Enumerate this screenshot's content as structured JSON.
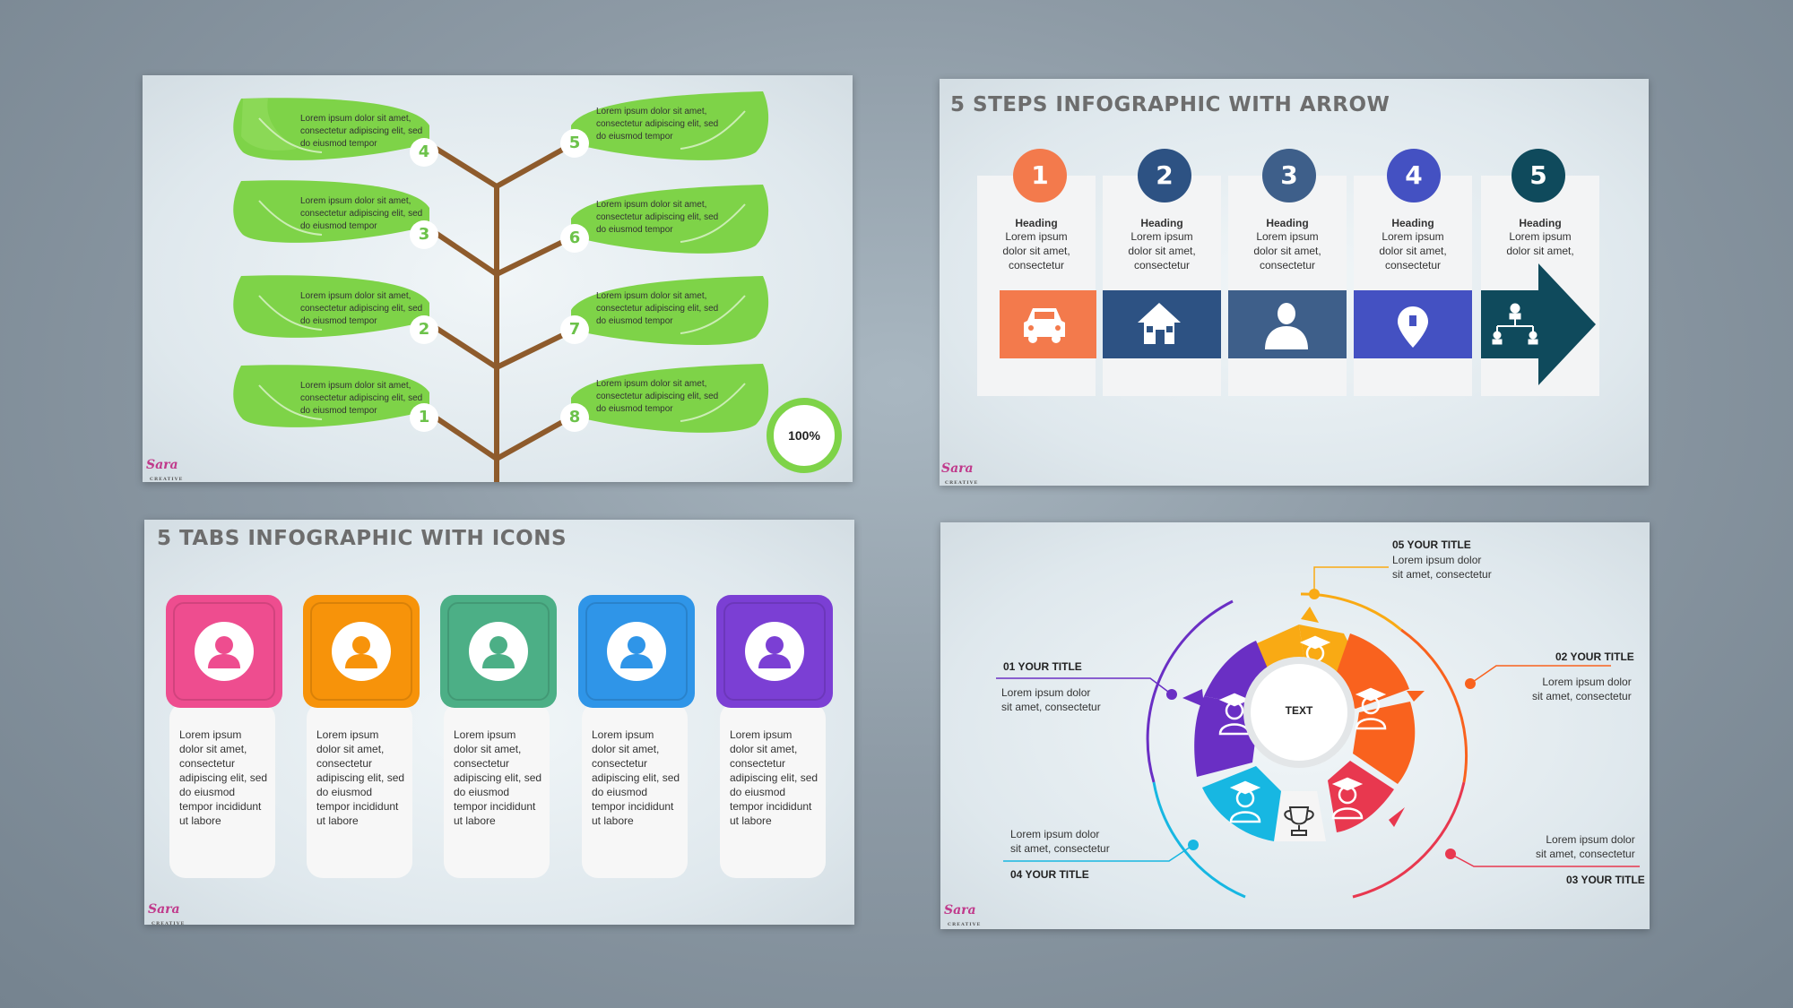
{
  "slide1": {
    "leaves": [
      {
        "num": "1",
        "text": "Lorem ipsum dolor sit amet, consectetur adipiscing elit, sed do eiusmod tempor"
      },
      {
        "num": "2",
        "text": "Lorem ipsum dolor sit amet, consectetur adipiscing elit, sed do eiusmod tempor"
      },
      {
        "num": "3",
        "text": "Lorem ipsum dolor sit amet, consectetur adipiscing elit, sed do eiusmod tempor"
      },
      {
        "num": "4",
        "text": "Lorem ipsum dolor sit amet, consectetur adipiscing elit, sed do eiusmod tempor"
      },
      {
        "num": "5",
        "text": "Lorem ipsum dolor sit amet, consectetur adipiscing elit, sed do eiusmod tempor"
      },
      {
        "num": "6",
        "text": "Lorem ipsum dolor sit amet, consectetur adipiscing elit, sed do eiusmod tempor"
      },
      {
        "num": "7",
        "text": "Lorem ipsum dolor sit amet, consectetur adipiscing elit, sed do eiusmod tempor"
      },
      {
        "num": "8",
        "text": "Lorem ipsum dolor sit amet, consectetur adipiscing elit, sed do eiusmod tempor"
      }
    ],
    "progress_label": "100%",
    "progress_value": 1.0
  },
  "slide2": {
    "title": "5 STEPS INFOGRAPHIC WITH ARROW",
    "steps": [
      {
        "num": "1",
        "heading": "Heading",
        "line1": "Lorem ipsum",
        "line2": "dolor sit amet,",
        "line3": "consectetur",
        "color": "#f37a4c",
        "icon": "car-icon"
      },
      {
        "num": "2",
        "heading": "Heading",
        "line1": "Lorem ipsum",
        "line2": "dolor sit amet,",
        "line3": "consectetur",
        "color": "#2d5283",
        "icon": "house-icon"
      },
      {
        "num": "3",
        "heading": "Heading",
        "line1": "Lorem ipsum",
        "line2": "dolor sit amet,",
        "line3": "consectetur",
        "color": "#3e5f8a",
        "icon": "person-icon"
      },
      {
        "num": "4",
        "heading": "Heading",
        "line1": "Lorem ipsum",
        "line2": "dolor sit amet,",
        "line3": "consectetur",
        "color": "#4451c2",
        "icon": "location-pin-icon"
      },
      {
        "num": "5",
        "heading": "Heading",
        "line1": "Lorem ipsum",
        "line2": "dolor sit amet,",
        "line3": "",
        "color": "#0f4a5c",
        "icon": "org-chart-icon"
      }
    ]
  },
  "slide3": {
    "title": "5 TABS INFOGRAPHIC WITH ICONS",
    "tabs": [
      {
        "color": "#ee4d8f",
        "l1": "Lorem ipsum",
        "l2": "dolor sit amet,",
        "l3": "consectetur",
        "l4": "adipiscing elit, sed",
        "l5": "do eiusmod",
        "l6": "tempor incididunt",
        "l7": "ut labore"
      },
      {
        "color": "#f7930a",
        "l1": "Lorem ipsum",
        "l2": "dolor sit amet,",
        "l3": "consectetur",
        "l4": "adipiscing elit, sed",
        "l5": "do eiusmod",
        "l6": "tempor incididunt",
        "l7": "ut labore"
      },
      {
        "color": "#4caf86",
        "l1": "Lorem ipsum",
        "l2": "dolor sit amet,",
        "l3": "consectetur",
        "l4": "adipiscing elit, sed",
        "l5": "do eiusmod",
        "l6": "tempor incididunt",
        "l7": "ut labore"
      },
      {
        "color": "#2f95e8",
        "l1": "Lorem ipsum",
        "l2": "dolor sit amet,",
        "l3": "consectetur",
        "l4": "adipiscing elit, sed",
        "l5": "do eiusmod",
        "l6": "tempor incididunt",
        "l7": "ut labore"
      },
      {
        "color": "#7b3fd4",
        "l1": "Lorem ipsum",
        "l2": "dolor sit amet,",
        "l3": "consectetur",
        "l4": "adipiscing elit, sed",
        "l5": "do eiusmod",
        "l6": "tempor incididunt",
        "l7": "ut labore"
      }
    ]
  },
  "slide4": {
    "center_text": "TEXT",
    "items": [
      {
        "title": "01 YOUR TITLE",
        "l1": "Lorem ipsum dolor",
        "l2": "sit amet, consectetur"
      },
      {
        "title": "02 YOUR TITLE",
        "l1": "Lorem ipsum dolor",
        "l2": "sit amet, consectetur"
      },
      {
        "title": "03 YOUR TITLE",
        "l1": "Lorem ipsum dolor",
        "l2": "sit amet, consectetur"
      },
      {
        "title": "04 YOUR TITLE",
        "l1": "Lorem ipsum dolor",
        "l2": "sit amet, consectetur"
      },
      {
        "title": "05 YOUR TITLE",
        "l1": "Lorem ipsum dolor",
        "l2": "sit amet, consectetur"
      }
    ],
    "colors": {
      "purple": "#6a2fc4",
      "yellow": "#f9aa14",
      "orange": "#f9621e",
      "red": "#e8384f",
      "cyan": "#17b7e2"
    }
  },
  "logo": {
    "text": "Sara",
    "sub": "CREATIVE"
  }
}
